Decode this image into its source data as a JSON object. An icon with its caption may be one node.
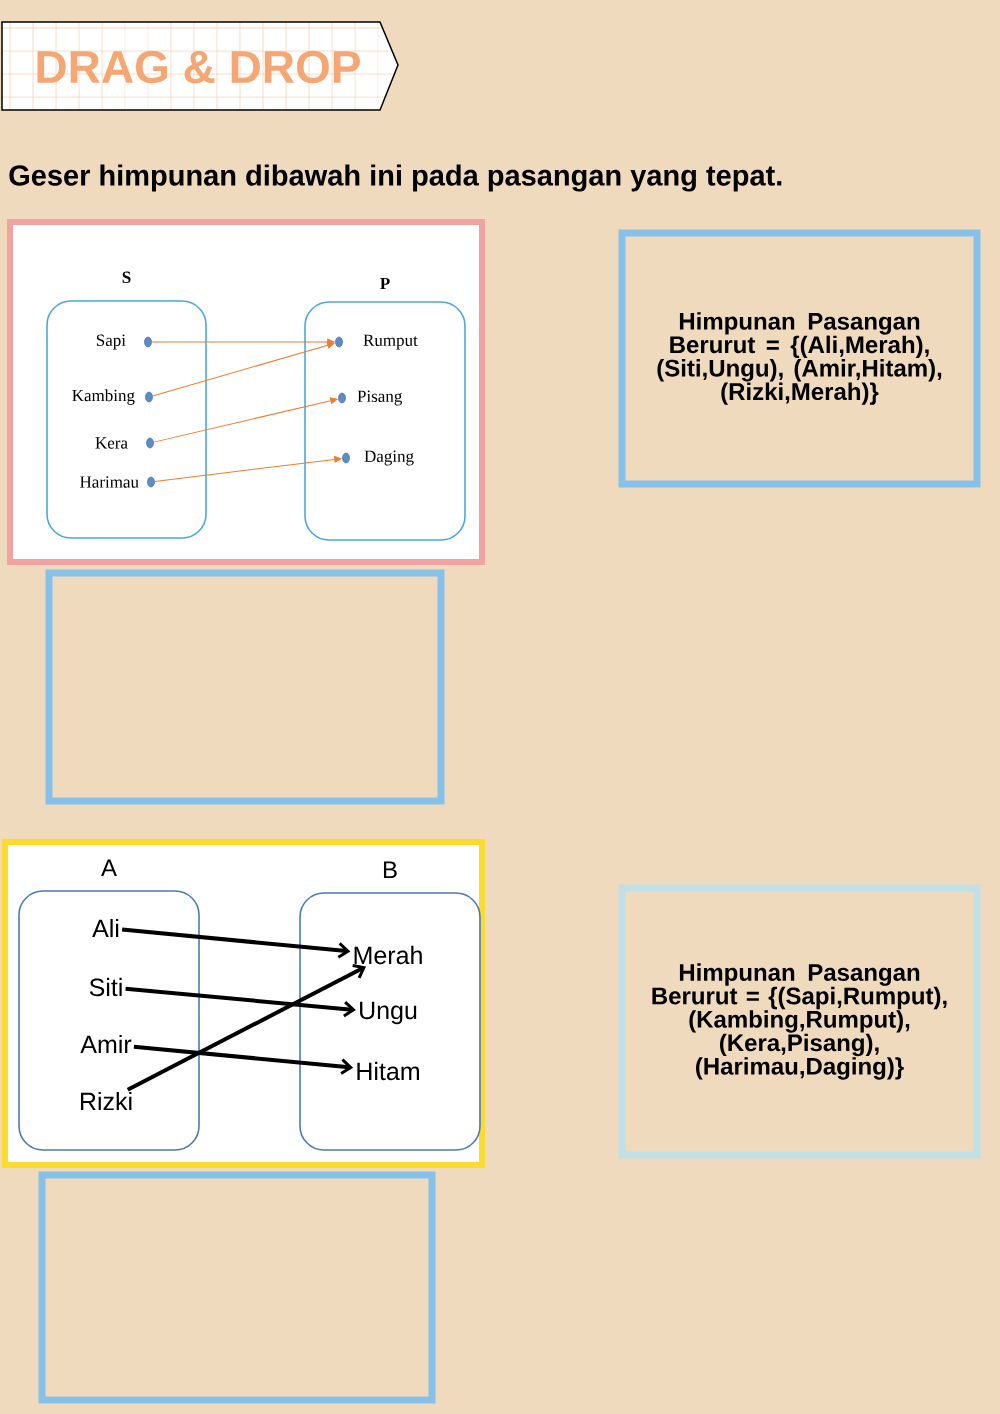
{
  "diagram": {
    "title": "DRAG & DROP",
    "nodes": [
      {
        "text": [],
        "shape": "box"
      },
      {
        "text": [
          "S"
        ],
        "in": 0
      },
      {
        "text": [
          "Sapi"
        ],
        "in": 1
      },
      {
        "text": [
          "Kambing"
        ],
        "in": 1
      },
      {
        "text": [
          "Kera"
        ],
        "in": 1
      },
      {
        "text": [
          "Harimau"
        ],
        "in": 1
      },
      {
        "text": [
          "P"
        ],
        "in": 0
      },
      {
        "text": [
          "Rumput"
        ],
        "in": 6
      },
      {
        "text": [
          "Pisang"
        ],
        "in": 6
      },
      {
        "text": [
          "Daging"
        ],
        "in": 6
      },
      {
        "text": [
          "Himpunan Pasangan Berurut = {(Ali,Merah), (Siti,Ungu), (Amir,Hitam), (Rizki,Merah)}"
        ]
      },
      {
        "text": [],
        "shape": "box"
      },
      {
        "text": [],
        "shape": "box"
      },
      {
        "text": [
          "A"
        ],
        "in": 12
      },
      {
        "text": [
          "Ali"
        ],
        "in": 13
      },
      {
        "text": [
          "Siti"
        ],
        "in": 13
      },
      {
        "text": [
          "Amir"
        ],
        "in": 13
      },
      {
        "text": [
          "Rizki"
        ],
        "in": 13
      },
      {
        "text": [
          "B"
        ],
        "in": 12
      },
      {
        "text": [
          "Merah"
        ],
        "in": 18
      },
      {
        "text": [
          "Ungu"
        ],
        "in": 18
      },
      {
        "text": [
          "Hitam"
        ],
        "in": 18
      },
      {
        "text": [
          "Himpunan Pasangan Berurut = {(Sapi,Rumput), (Kambing,Rumput), (Kera,Pisang), (Harimau,Daging)}"
        ]
      },
      {
        "text": [],
        "shape": "box"
      }
    ],
    "edges": [
      {
        "from": 2,
        "to": 7,
        "arrow": "to",
        "color": "#ed7d31"
      },
      {
        "from": 3,
        "to": 7,
        "arrow": "to",
        "color": "#ed7d31"
      },
      {
        "from": 4,
        "to": 8,
        "arrow": "to",
        "color": "#ed7d31"
      },
      {
        "from": 5,
        "to": 9,
        "arrow": "to",
        "color": "#ed7d31"
      },
      {
        "from": 14,
        "to": 19,
        "arrow": "to",
        "style": "thick",
        "color": "#000000"
      },
      {
        "from": 15,
        "to": 20,
        "arrow": "to",
        "style": "thick",
        "color": "#000000"
      },
      {
        "from": 16,
        "to": 21,
        "arrow": "to",
        "style": "thick",
        "color": "#000000"
      },
      {
        "from": 17,
        "to": 19,
        "arrow": "to",
        "style": "thick",
        "color": "#000000"
      }
    ],
    "labels": [
      "Geser himpunan dibawah ini pada pasangan yang tepat."
    ]
  }
}
